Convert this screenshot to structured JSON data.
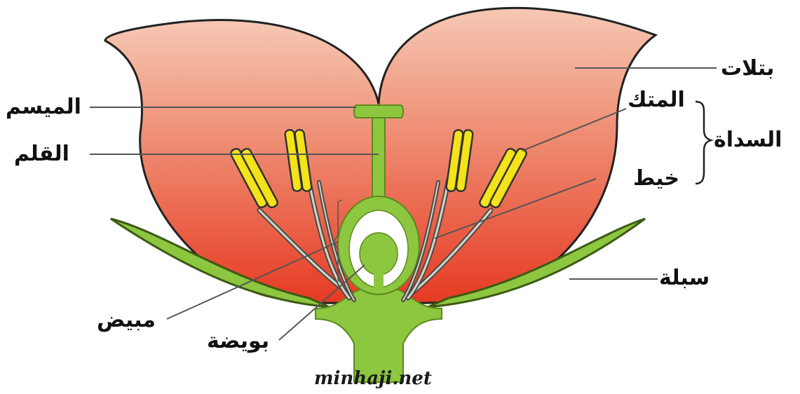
{
  "labels": {
    "petals": "بتلات",
    "stigma": "الميسم",
    "anther": "المتك",
    "stamen": "السداة",
    "style": "القلم",
    "filament": "خيط",
    "sepal": "سبلة",
    "ovary": "مبيض",
    "ovule": "بويضة"
  },
  "watermark": "minhaji.net",
  "colors": {
    "petal_top": "#f2b6a0",
    "petal_bottom": "#e8402a",
    "green": "#8dc63f",
    "green_stroke": "#5a8a1c",
    "anther": "#f4e21a",
    "ovary_cavity": "#ffffff",
    "leader_line": "#555555"
  }
}
